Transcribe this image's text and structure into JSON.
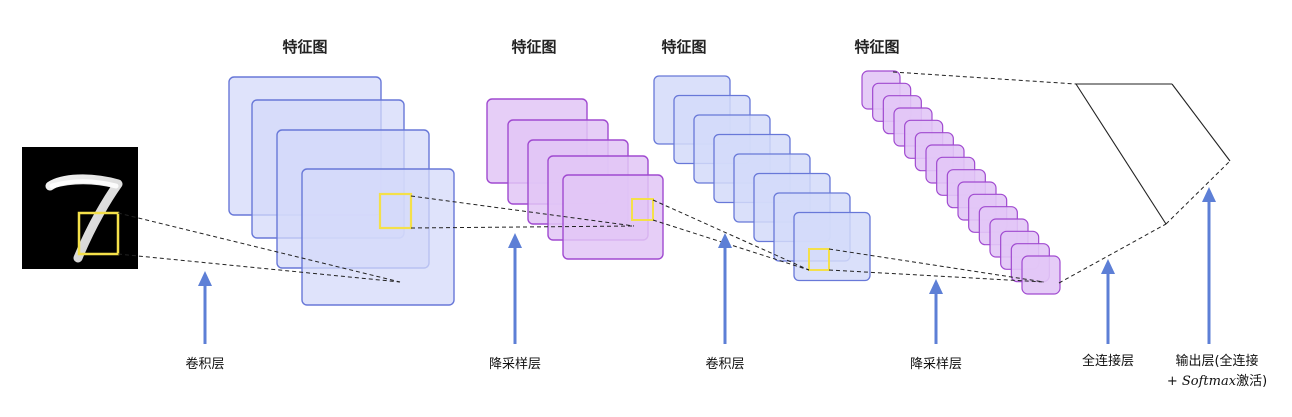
{
  "diagram": {
    "top_labels": [
      "特征图",
      "特征图",
      "特征图",
      "特征图"
    ],
    "bottom_labels": {
      "conv1": "卷积层",
      "pool1": "降采样层",
      "conv2": "卷积层",
      "pool2": "降采样层",
      "fc": "全连接层",
      "output_line1": "输出层(全连接",
      "output_line2_prefix": "+ ",
      "output_line2_word": "Softmax",
      "output_line2_suffix": "激活)"
    },
    "input_digit": "7",
    "colors": {
      "conv_fill": "#d4daf9",
      "conv_stroke": "#6878d8",
      "pool_fill": "#e2c6f6",
      "pool_stroke": "#a04ad0",
      "highlight": "#f4e04a",
      "arrow": "#5d7fd6",
      "line": "#222222"
    }
  }
}
